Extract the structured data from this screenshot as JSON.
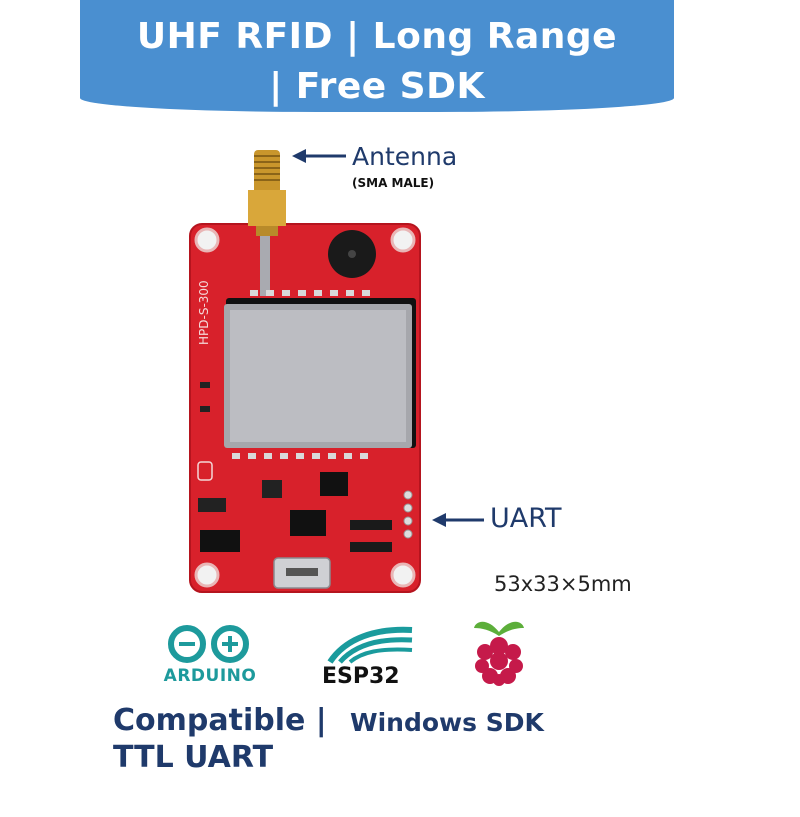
{
  "banner": {
    "line1": "UHF RFID | Long Range",
    "line2": "| Free SDK",
    "color": "#4a8fd0"
  },
  "callouts": {
    "antenna": "Antenna",
    "antenna_sub": "(SMA MALE)",
    "uart": "UART",
    "dimensions": "53x33×5mm"
  },
  "board": {
    "model_text": "HPD-S-300",
    "pcb_color": "#d8212b"
  },
  "logos": {
    "arduino": "ARDUINO",
    "esp32": "ESP32",
    "raspberry": "raspberry-pi-icon"
  },
  "features": {
    "compatible": "Compatible |",
    "sdk": "Windows SDK",
    "interface": "TTL UART"
  }
}
